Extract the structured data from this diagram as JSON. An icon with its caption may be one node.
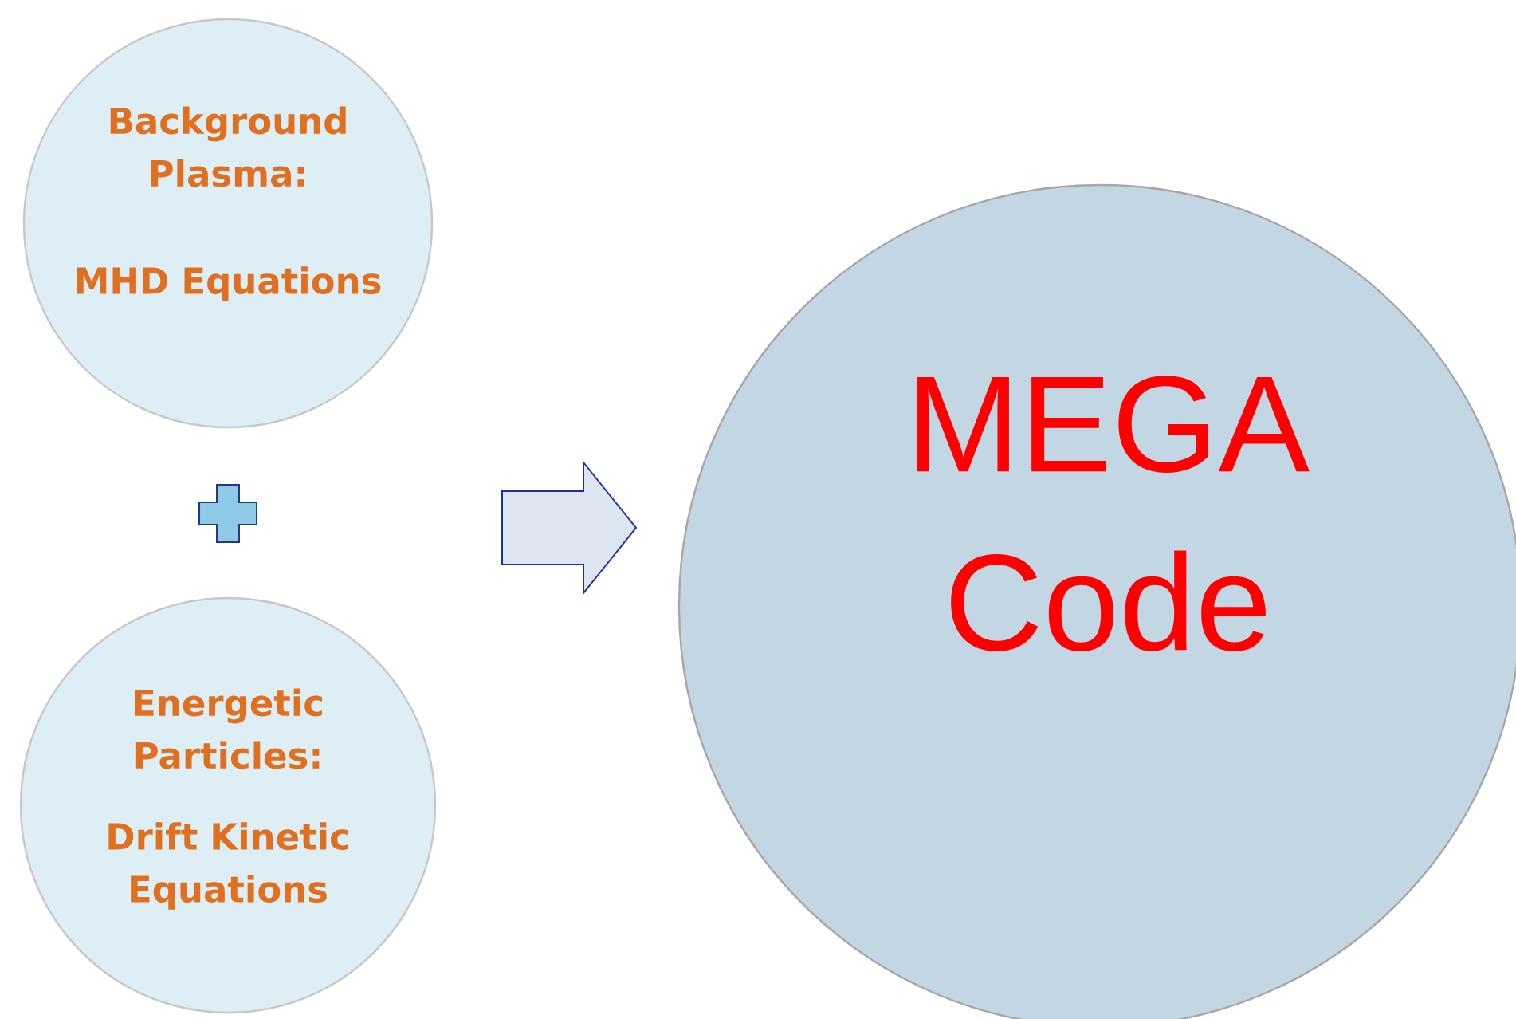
{
  "diagram": {
    "nodes": [
      {
        "text": [
          "Background Plasma:",
          "MHD Equations"
        ]
      },
      {
        "text": [
          "Energetic Particles:",
          "Drift Kinetic Equations"
        ]
      },
      {
        "text": [
          "MEGA Code"
        ]
      }
    ],
    "edges": [
      {
        "from": 0,
        "to": 2,
        "arrow": "to"
      },
      {
        "from": 1,
        "to": 2,
        "arrow": "to"
      }
    ]
  }
}
